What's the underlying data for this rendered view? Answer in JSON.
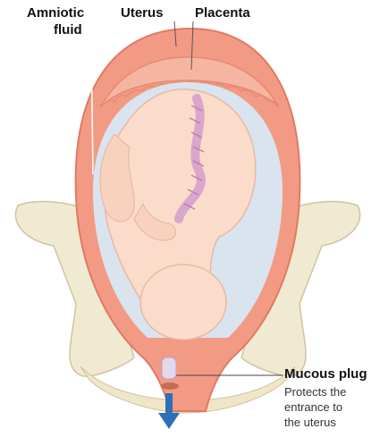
{
  "labels": {
    "amniotic_fluid_line1": "Amniotic",
    "amniotic_fluid_line2": "fluid",
    "uterus": "Uterus",
    "placenta": "Placenta",
    "mucous_plug": "Mucous plug",
    "mucous_plug_desc": "Protects the\nentrance to\nthe uterus"
  },
  "colors": {
    "uterus_wall": "#f29a84",
    "uterus_edge": "#e07a63",
    "placenta": "#f6b5a3",
    "amniotic_fluid": "#d9e4ee",
    "fetus_skin": "#fbdccb",
    "umbilical_cord": "#d9a6cc",
    "pelvis_bone": "#f1ead2",
    "arrow": "#2f6fb5"
  }
}
